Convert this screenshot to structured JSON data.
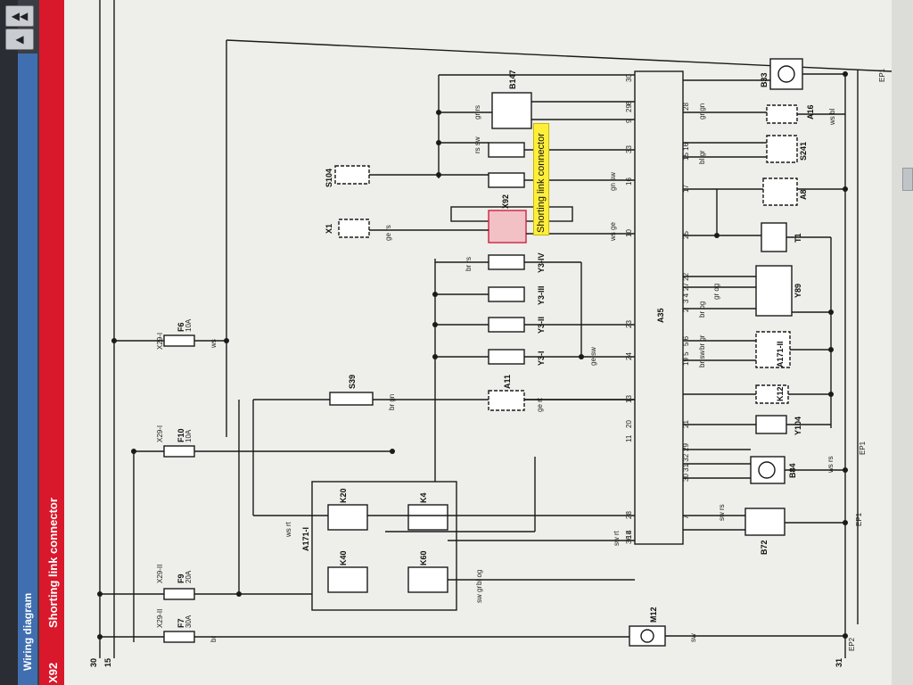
{
  "window": {
    "title": "Wiring diagram",
    "subtitle": "X92",
    "subtitle_description": "Shorting link connector"
  },
  "tooltip": {
    "text": "Shorting link connector"
  },
  "rails": {
    "r30": "30",
    "r15": "15",
    "r31": "31"
  },
  "ground_points": {
    "ep1_top": "EP1",
    "ep1_mid": "EP1",
    "ep1_bot": "EP1",
    "ep2": "EP2"
  },
  "fuses": [
    {
      "connector": "X29-I",
      "name": "F6",
      "rating": "10A"
    },
    {
      "connector": "X29-I",
      "name": "F10",
      "rating": "10A"
    },
    {
      "connector": "X29-II",
      "name": "F9",
      "rating": "20A"
    },
    {
      "connector": "X29-II",
      "name": "F7",
      "rating": "30A"
    }
  ],
  "components": {
    "m12": "M12",
    "s39": "S39",
    "a11": "A11",
    "b147": "B147",
    "s104": "S104",
    "x1": "X1",
    "x92": "X92",
    "y3_1": "Y3-I",
    "y3_2": "Y3-II",
    "y3_3": "Y3-III",
    "y3_4": "Y3-IV",
    "k20": "K20",
    "k4": "K4",
    "k40": "K40",
    "k60": "K60",
    "a171_1": "A171-I",
    "a35": "A35",
    "b33": "B33",
    "a16": "A16",
    "s241": "S241",
    "a8": "A8",
    "t1": "T1",
    "y89": "Y89",
    "a171_2": "A171-II",
    "k12": "K12",
    "y104": "Y104",
    "b84": "B84",
    "b72": "B72"
  },
  "pins_left": [
    "30",
    "29",
    "9",
    "8",
    "33",
    "16",
    "10",
    "23",
    "24",
    "13",
    "20",
    "11",
    "28",
    "36 4",
    "18"
  ],
  "pins_right": [
    "28",
    "15 16",
    "17",
    "25",
    "27 22",
    "3 4",
    "2",
    "5 6",
    "19 5",
    "21",
    "29",
    "30 31 32",
    "7"
  ],
  "wires": {
    "ws": "ws",
    "br": "br",
    "brgn": "br gn",
    "gert": "ge rt",
    "gesw": "ge sw",
    "grrs": "gr rs",
    "rssw": "rs sw",
    "gnsw": "gn sw",
    "wsge": "ws ge",
    "gers": "ge rs",
    "brrs": "br rs",
    "wsrt": "ws rt",
    "swrt": "sw rt",
    "swrs": "sw rs",
    "blog": "bl og",
    "swgr": "sw gr",
    "brgr": "br gr",
    "brsw": "br sw",
    "sw": "sw",
    "grgn": "gr gn",
    "bigr": "bl gr",
    "brog": "br og",
    "grog": "gr og",
    "wsrs": "ws rs",
    "wsbl": "ws bl"
  }
}
